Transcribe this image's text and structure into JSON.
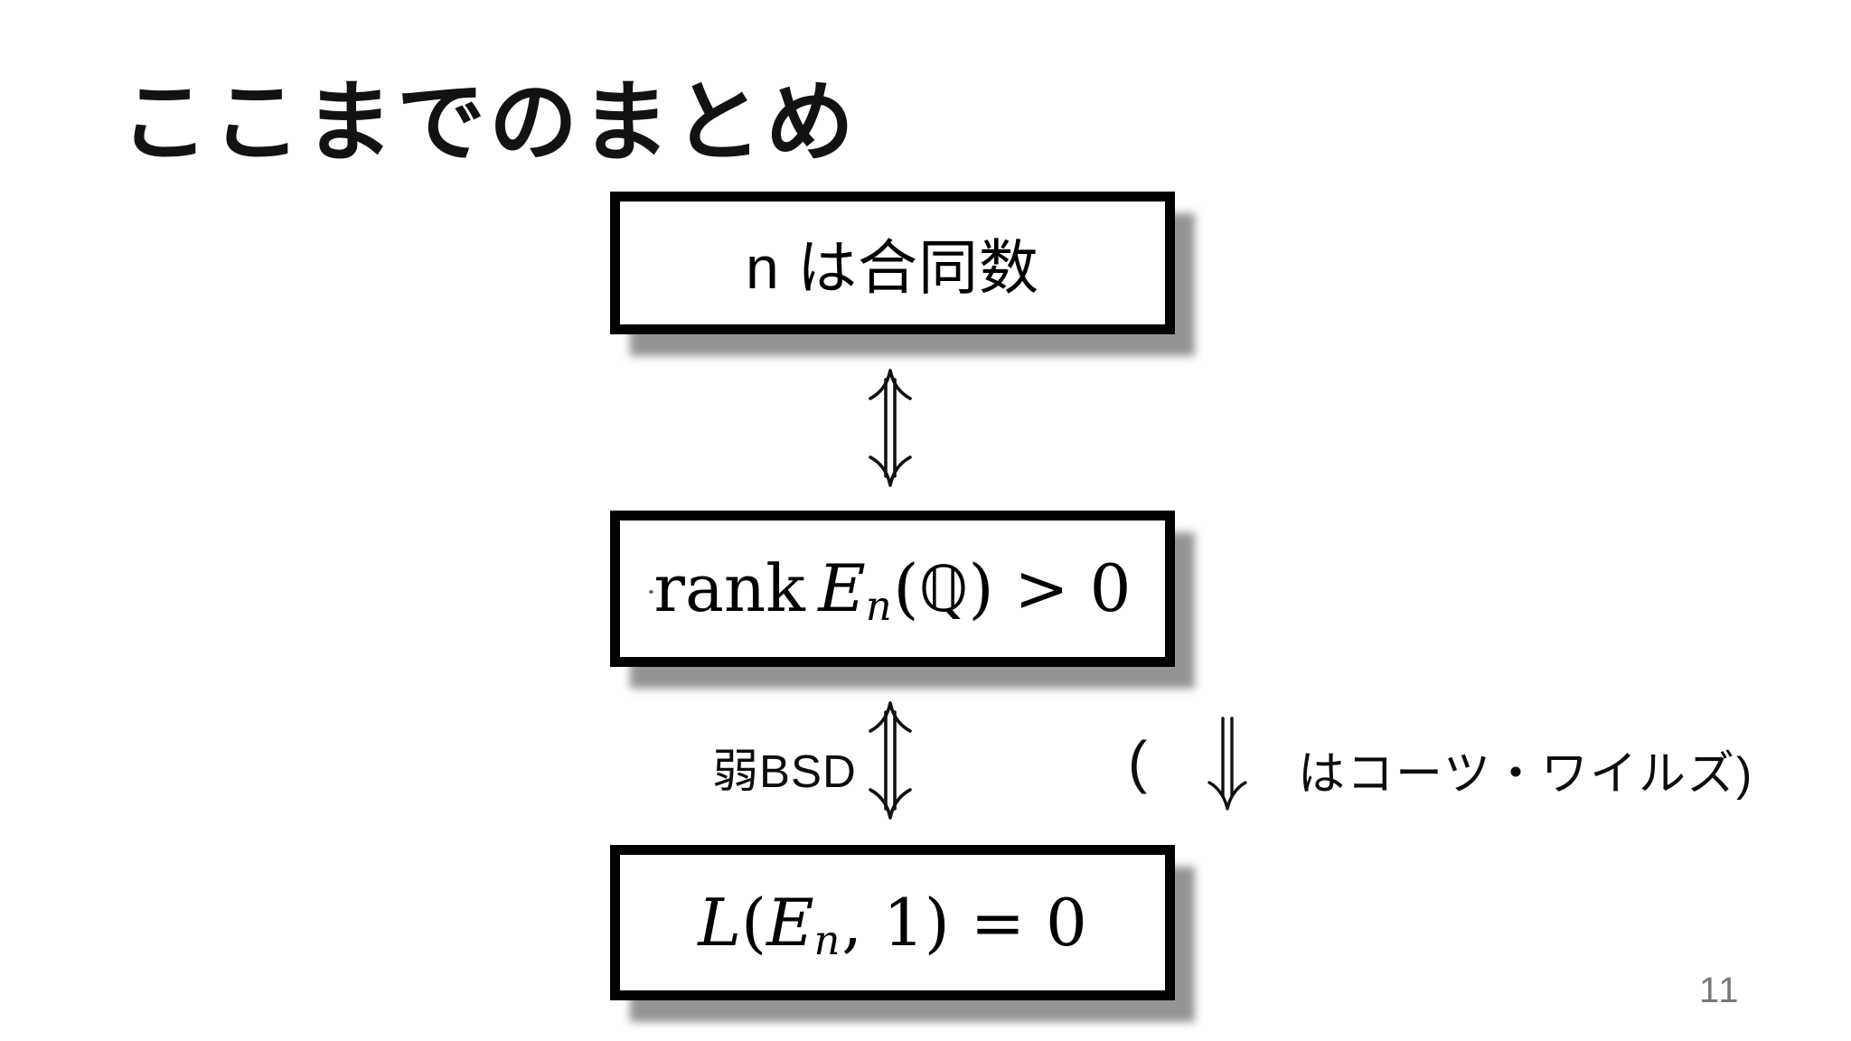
{
  "slide": {
    "title": "ここまでのまとめ",
    "page_number": "11",
    "background_color": "#ffffff",
    "ink_color": "#000000",
    "shadow_color": "#999999"
  },
  "diagram": {
    "box_congruent": {
      "text": "n は合同数"
    },
    "box_rank": {
      "op": "rank",
      "var": "E",
      "sub": "n",
      "open": "(",
      "field": "ℚ",
      "tail": ") > 0"
    },
    "box_lvalue": {
      "var": "L",
      "open": "(",
      "var2": "E",
      "sub": "n",
      "tail": ", 1) = 0"
    },
    "edge_top": {
      "icon": "double-updown-arrow"
    },
    "edge_bottom": {
      "icon": "double-updown-arrow",
      "label": "弱BSD"
    },
    "annotation": {
      "open_paren": "(",
      "icon": "double-down-arrow",
      "text": "はコーツ・ワイルズ)"
    }
  }
}
